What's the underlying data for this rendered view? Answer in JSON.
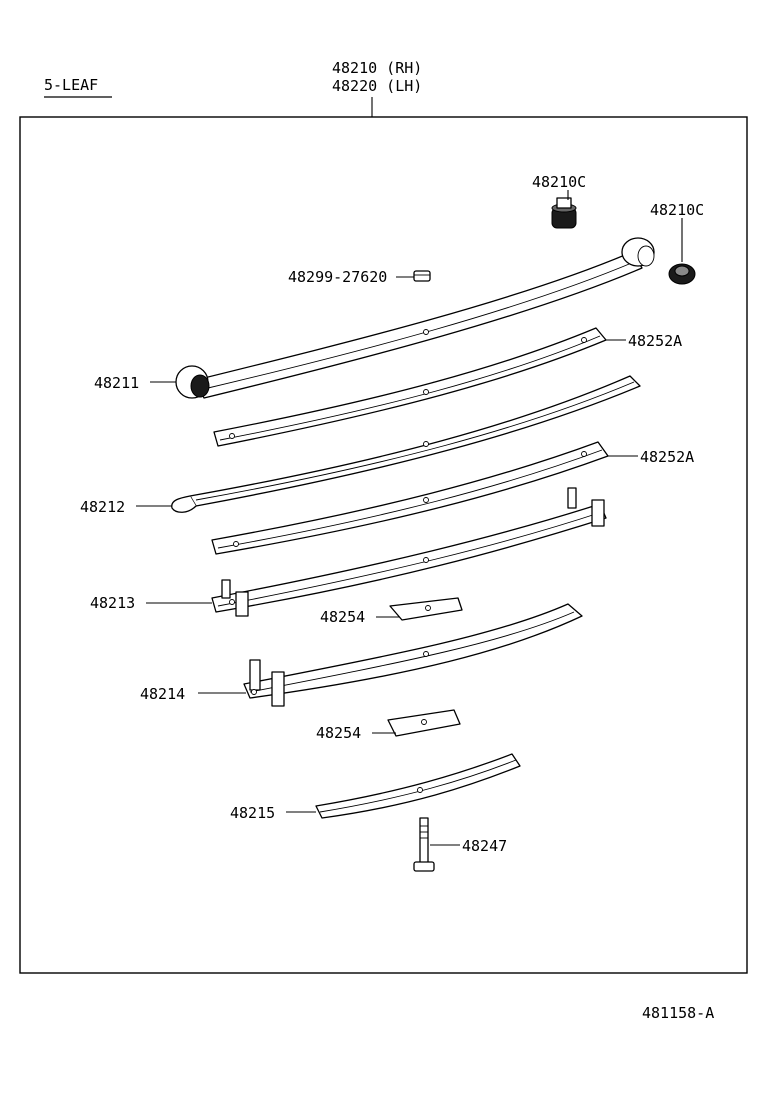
{
  "header": {
    "leaf_count_label": "5-LEAF",
    "assembly_rh": "48210 (RH)",
    "assembly_lh": "48220 (LH)"
  },
  "callouts": {
    "bushing_1": "48210C",
    "bushing_2": "48210C",
    "nut": "48299-27620",
    "leaf_1": "48211",
    "liner_1": "48252A",
    "leaf_2": "48212",
    "liner_2": "48252A",
    "leaf_3": "48213",
    "pad_1": "48254",
    "leaf_4": "48214",
    "pad_2": "48254",
    "leaf_5": "48215",
    "center_bolt": "48247"
  },
  "footer": {
    "illustration_code": "481158-A"
  }
}
